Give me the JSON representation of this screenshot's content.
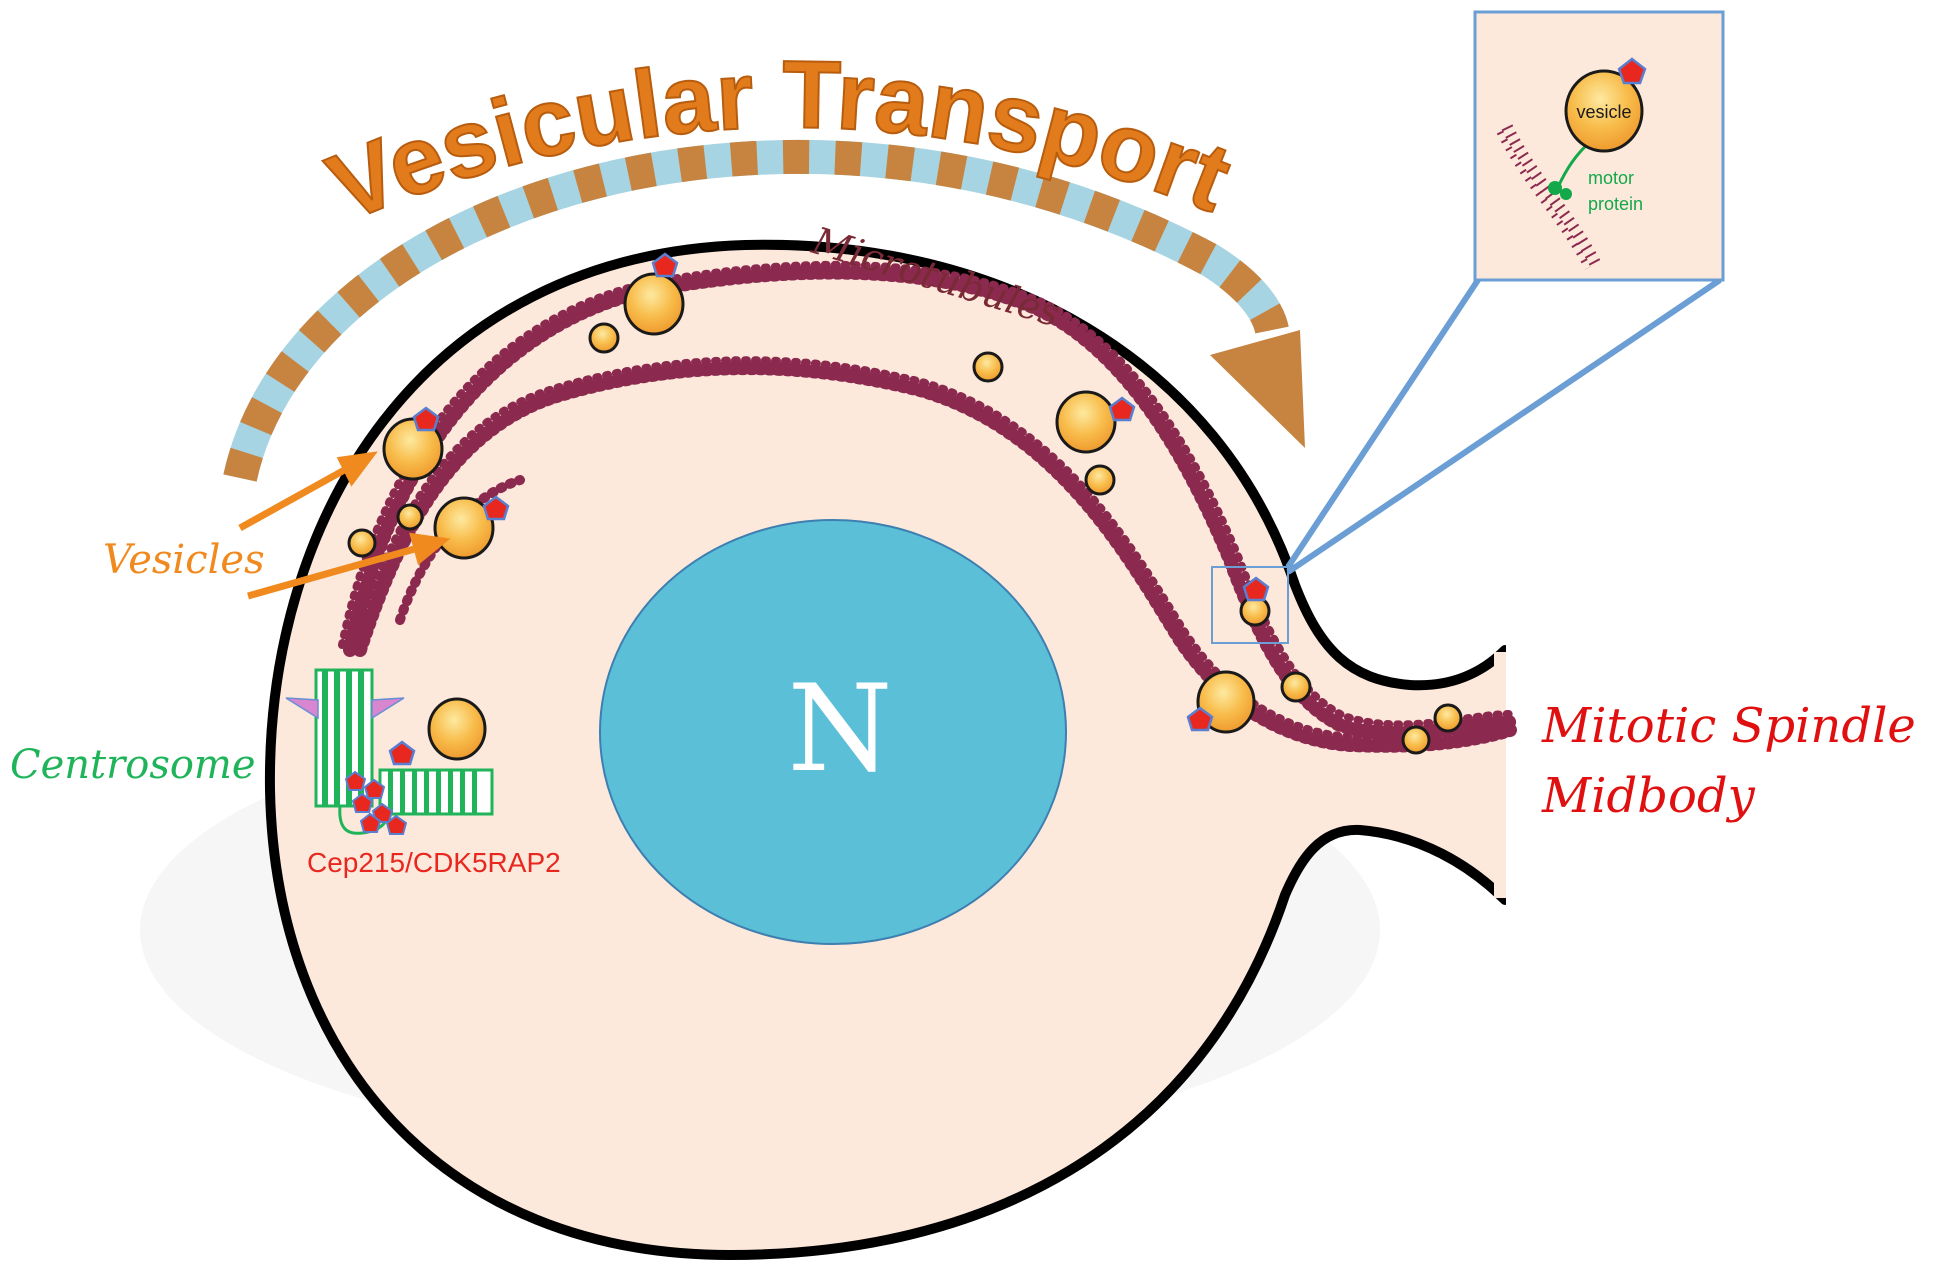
{
  "title": "Vesicular Transport",
  "labels": {
    "microtubules": "Microtubules",
    "vesicles": "Vesicles",
    "centrosome": "Centrosome",
    "cep215": "Cep215/CDK5RAP2",
    "nucleus": "N",
    "midbody_line1": "Mitotic Spindle",
    "midbody_line2": "Midbody"
  },
  "inset": {
    "vesicle": "vesicle",
    "motor_line1": "motor",
    "motor_line2": "protein"
  },
  "colors": {
    "cytoplasm": "#fce9dc",
    "membrane": "#000000",
    "nucleus": "#5bbfd8",
    "microtubule": "#8b2a4e",
    "vesicle": "#f4a73a",
    "cargo": "#e8281e",
    "arrow_brown": "#c68440",
    "arrow_blue": "#a6d4e3",
    "title_orange": "#e17b1c",
    "centrosome": "#1fb45a",
    "midbody_red": "#e01010",
    "inset_border": "#6a9ed4",
    "motor_green": "#13a84a"
  }
}
